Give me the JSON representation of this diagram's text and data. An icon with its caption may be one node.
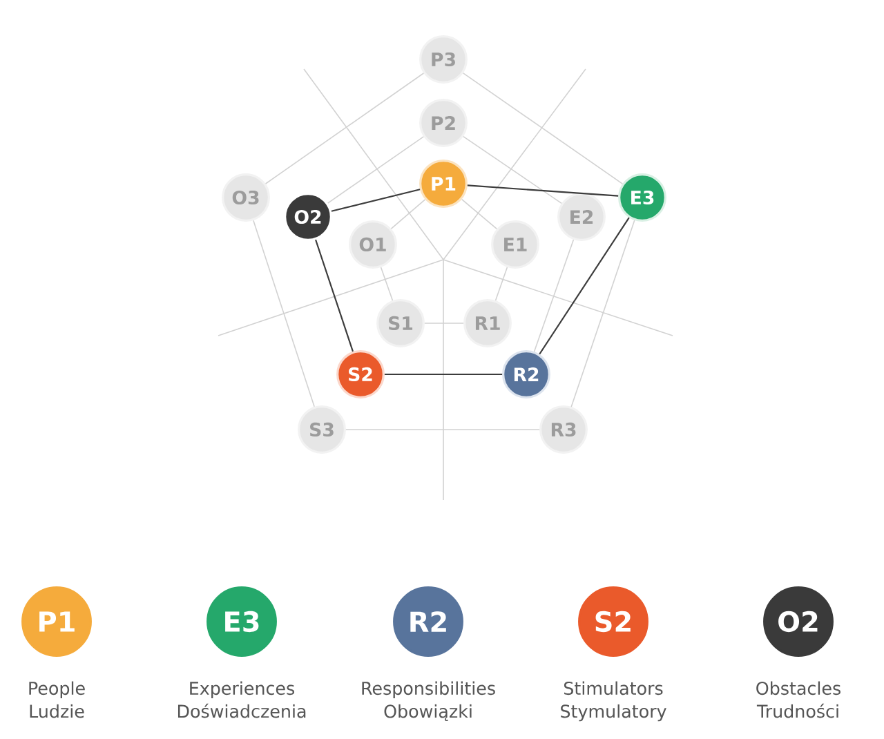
{
  "diagram": {
    "nodes": [
      {
        "text": [
          "P3"
        ]
      },
      {
        "text": [
          "P2"
        ]
      },
      {
        "text": [
          "O3"
        ]
      },
      {
        "text": [
          "O2"
        ]
      },
      {
        "text": [
          "P1"
        ]
      },
      {
        "text": [
          "E3"
        ]
      },
      {
        "text": [
          "E2"
        ]
      },
      {
        "text": [
          "O1"
        ]
      },
      {
        "text": [
          "E1"
        ]
      },
      {
        "text": [
          "S1"
        ]
      },
      {
        "text": [
          "R1"
        ]
      },
      {
        "text": [
          "S2"
        ]
      },
      {
        "text": [
          "R2"
        ]
      },
      {
        "text": [
          "S3"
        ]
      },
      {
        "text": [
          "R3"
        ]
      },
      {
        "text": [
          "P1"
        ],
        "beside": [
          "People Ludzie"
        ]
      },
      {
        "text": [
          "E3"
        ],
        "beside": [
          "Experiences Doświadczenia"
        ]
      },
      {
        "text": [
          "R2"
        ],
        "beside": [
          "Responsibilities Obowiązki"
        ]
      },
      {
        "text": [
          "S2"
        ],
        "beside": [
          "Stimulators Stymulatory"
        ]
      },
      {
        "text": [
          "O2"
        ],
        "beside": [
          "Obstacles Trudności"
        ]
      }
    ],
    "edges": [
      {
        "from": 4,
        "to": 8,
        "arrow": "none"
      },
      {
        "from": 8,
        "to": 10,
        "arrow": "none"
      },
      {
        "from": 10,
        "to": 9,
        "arrow": "none"
      },
      {
        "from": 9,
        "to": 7,
        "arrow": "none"
      },
      {
        "from": 7,
        "to": 4,
        "arrow": "none"
      },
      {
        "from": 1,
        "to": 6,
        "arrow": "none"
      },
      {
        "from": 6,
        "to": 12,
        "arrow": "none"
      },
      {
        "from": 3,
        "to": 1,
        "arrow": "none"
      },
      {
        "from": 0,
        "to": 5,
        "arrow": "none"
      },
      {
        "from": 5,
        "to": 14,
        "arrow": "none"
      },
      {
        "from": 14,
        "to": 13,
        "arrow": "none"
      },
      {
        "from": 13,
        "to": 2,
        "arrow": "none"
      },
      {
        "from": 2,
        "to": 0,
        "arrow": "none"
      },
      {
        "from": 4,
        "to": 5,
        "arrow": "none",
        "color": "#3c3c3c"
      },
      {
        "from": 5,
        "to": 12,
        "arrow": "none",
        "color": "#3c3c3c"
      },
      {
        "from": 12,
        "to": 11,
        "arrow": "none",
        "color": "#3c3c3c"
      },
      {
        "from": 11,
        "to": 3,
        "arrow": "none",
        "color": "#3c3c3c"
      },
      {
        "from": 3,
        "to": 4,
        "arrow": "none",
        "color": "#3c3c3c"
      }
    ]
  }
}
